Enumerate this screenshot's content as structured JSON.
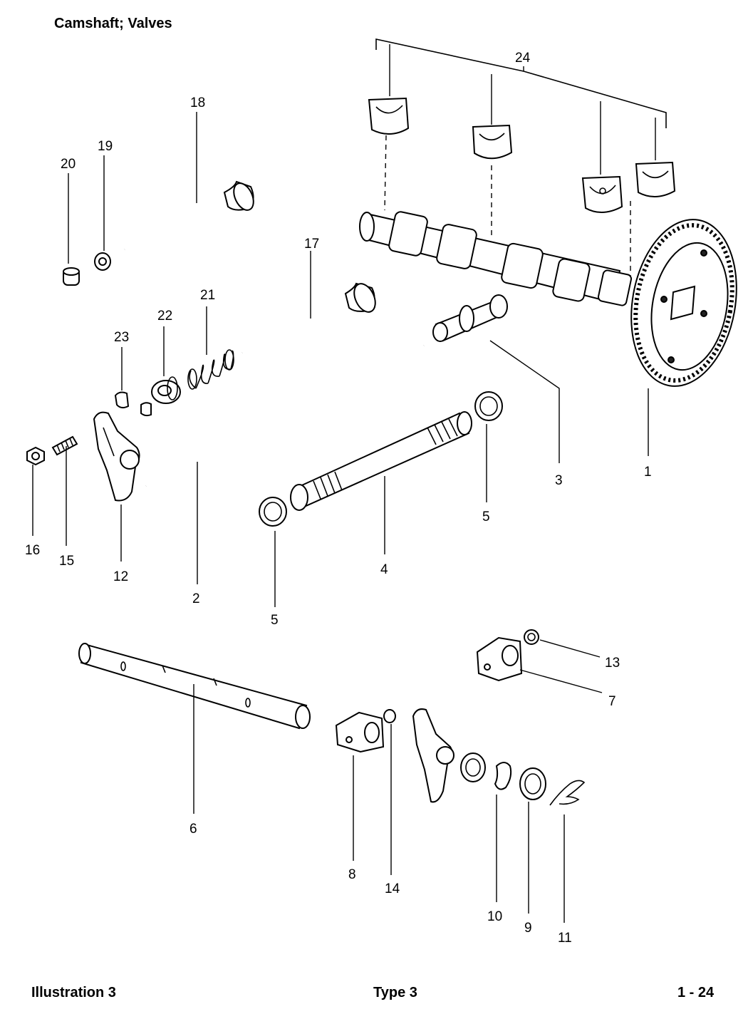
{
  "header": {
    "title": "Camshaft;  Valves"
  },
  "footer": {
    "left": "Illustration  3",
    "center": "Type 3",
    "right": "1 - 24"
  },
  "callouts": [
    {
      "label": "1"
    },
    {
      "label": "2"
    },
    {
      "label": "3"
    },
    {
      "label": "4"
    },
    {
      "label": "5"
    },
    {
      "label": "5"
    },
    {
      "label": "6"
    },
    {
      "label": "7"
    },
    {
      "label": "8"
    },
    {
      "label": "9"
    },
    {
      "label": "10"
    },
    {
      "label": "11"
    },
    {
      "label": "12"
    },
    {
      "label": "13"
    },
    {
      "label": "14"
    },
    {
      "label": "15"
    },
    {
      "label": "16"
    },
    {
      "label": "17"
    },
    {
      "label": "18"
    },
    {
      "label": "19"
    },
    {
      "label": "20"
    },
    {
      "label": "21"
    },
    {
      "label": "22"
    },
    {
      "label": "23"
    },
    {
      "label": "24"
    }
  ]
}
